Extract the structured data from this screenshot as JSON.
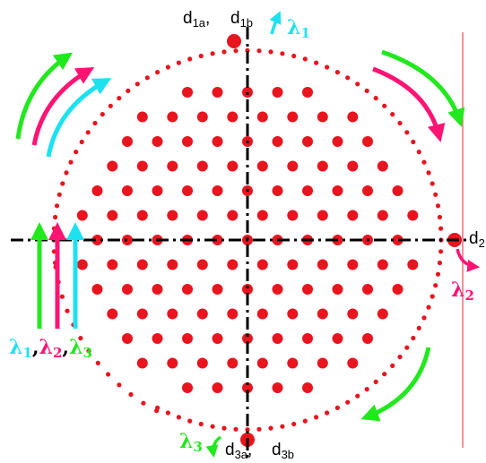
{
  "labels": {
    "d1a": "d",
    "d1a_sub": "1a",
    "comma_top": ",",
    "d1b": "d",
    "d1b_sub": "1b",
    "lambda1_top": "λ",
    "lambda1_top_sub": "1",
    "d2": "d",
    "d2_sub": "2",
    "lambda2_right": "λ",
    "lambda2_right_sub": "2",
    "lambda3_bottom": "λ",
    "lambda3_bottom_sub": "3",
    "d3a": "d",
    "d3a_sub": "3a",
    "comma_bottom": ",",
    "d3b": "d",
    "d3b_sub": "3b",
    "input_l1": "λ",
    "input_l1_sub": "1",
    "input_comma1": ",",
    "input_l2": "λ",
    "input_l2_sub": "2",
    "input_comma2": ",",
    "input_l3": "λ",
    "input_l3_sub": "3"
  },
  "colors": {
    "rod": "#e8141e",
    "axis": "#000000",
    "green": "#22e81e",
    "magenta": "#ff1473",
    "cyan": "#1ee1f0",
    "edge_line": "#e8707a"
  }
}
